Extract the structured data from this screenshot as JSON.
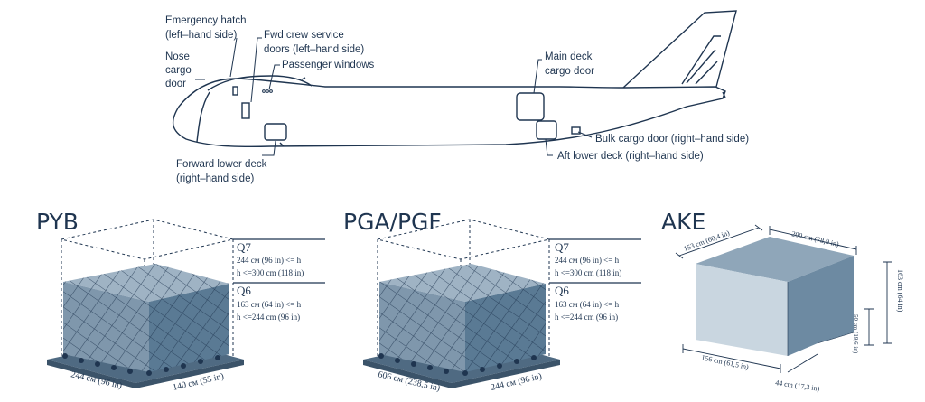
{
  "aircraft": {
    "labels": {
      "emergency_hatch": [
        "Emergency hatch",
        "(left–hand side)"
      ],
      "fwd_crew_doors": [
        "Fwd crew service",
        "doors (left–hand side)"
      ],
      "passenger_windows": "Passenger windows",
      "nose_cargo_door": [
        "Nose",
        "cargo",
        "door"
      ],
      "main_deck_cargo_door": [
        "Main deck",
        "cargo door"
      ],
      "bulk_cargo_door": "Bulk cargo door (right–hand side)",
      "aft_lower_deck": "Aft lower deck (right–hand side)",
      "forward_lower_deck": [
        "Forward lower deck",
        "(right–hand side)"
      ]
    }
  },
  "pallets": [
    {
      "title": "PYB",
      "q7": {
        "code": "Q7",
        "line1": "244 см (96 in) <= h",
        "line2": "h <=300 cm (118 in)"
      },
      "q6": {
        "code": "Q6",
        "line1": "163 см (64 in) <= h",
        "line2": "h <=244 cm (96 in)"
      },
      "dim_front": "244 см (96 in)",
      "dim_side": "140 см (55 in)"
    },
    {
      "title": "PGA/PGF",
      "q7": {
        "code": "Q7",
        "line1": "244 см (96 in) <= h",
        "line2": "h <=300 cm (118 in)"
      },
      "q6": {
        "code": "Q6",
        "line1": "163 см (64 in) <= h",
        "line2": "h <=244 cm (96 in)"
      },
      "dim_front": "606 см (238,5 in)",
      "dim_side": "244 см (96 in)"
    }
  ],
  "container": {
    "title": "AKE",
    "dims": {
      "depth_top": "153 cm (60,4 in)",
      "width_top": "200 cm (78,9 in)",
      "height_right": "163 cm (64 in)",
      "lower_height": "50 cm (19,6 in)",
      "base_front": "156 cm (61,5 in)",
      "base_side": "44 cm (17,3 in)"
    }
  },
  "colors": {
    "ink": "#1f3550",
    "fill_dark": "#5a7a94",
    "fill_mid": "#7f97ac",
    "fill_light": "#c9d6e0",
    "base": "#4f6a82"
  }
}
